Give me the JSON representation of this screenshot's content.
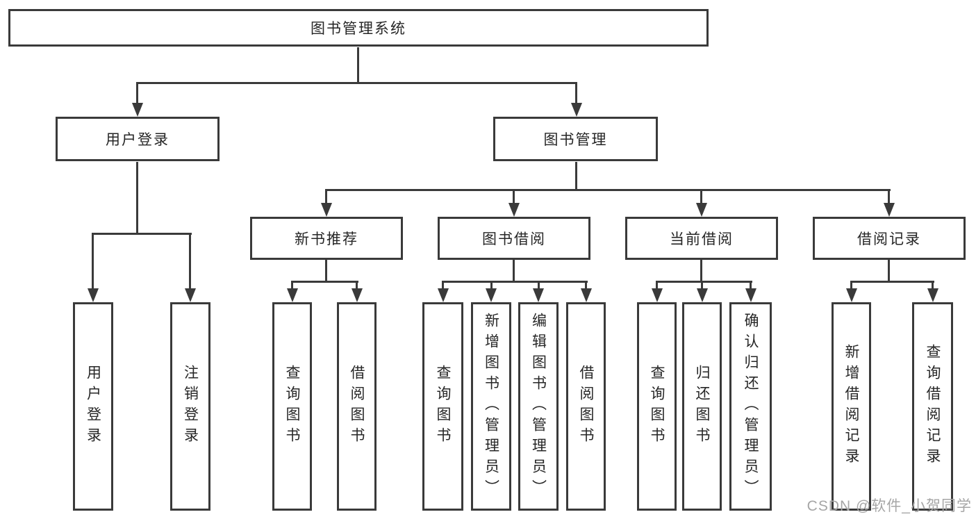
{
  "diagram": {
    "root": {
      "label": "图书管理系统"
    },
    "level2": {
      "user_login": {
        "label": "用户登录"
      },
      "book_management": {
        "label": "图书管理"
      }
    },
    "level3": {
      "new_book_recommend": {
        "label": "新书推荐"
      },
      "book_borrow": {
        "label": "图书借阅"
      },
      "current_borrow": {
        "label": "当前借阅"
      },
      "borrow_records": {
        "label": "借阅记录"
      }
    },
    "leaves": {
      "user_login": [
        {
          "label": "用户登录"
        },
        {
          "label": "注销登录"
        }
      ],
      "new_book_recommend": [
        {
          "label": "查询图书"
        },
        {
          "label": "借阅图书"
        }
      ],
      "book_borrow": [
        {
          "label": "查询图书"
        },
        {
          "label": "新增图书（管理员）"
        },
        {
          "label": "编辑图书（管理员）"
        },
        {
          "label": "借阅图书"
        }
      ],
      "current_borrow": [
        {
          "label": "查询图书"
        },
        {
          "label": "归还图书"
        },
        {
          "label": "确认归还（管理员）"
        }
      ],
      "borrow_records": [
        {
          "label": "新增借阅记录"
        },
        {
          "label": "查询借阅记录"
        }
      ]
    },
    "colors": {
      "line": "#3a3a3a",
      "border": "#3a3a3a",
      "text": "#262626",
      "background": "#ffffff",
      "watermark": "#a6a6a6"
    }
  },
  "watermark": {
    "text": "CSDN @软件_小贺同学"
  }
}
